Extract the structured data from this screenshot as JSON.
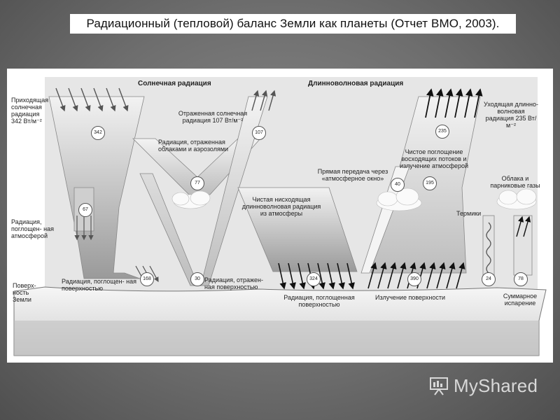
{
  "title": "Радиационный (тепловой) баланс Земли как планеты (Отчет ВМО, 2003).",
  "headers": {
    "solar": "Солнечная радиация",
    "longwave": "Длинноволновая радиация"
  },
  "labels": {
    "incoming": "Приходящая солнечная радиация 342 Вт/м⁻²",
    "reflected": "Отраженная солнечная радиация 107 Вт/м⁻²",
    "reflected_clouds": "Радиация, отраженная облаками и аэрозолями",
    "absorbed_atm": "Радиация, поглощен- ная атмосферой",
    "absorbed_surface": "Радиация, поглощен- ная поверхностью",
    "reflected_surface": "Радиация, отражен- ная поверхностью",
    "surface": "Поверх- ность Земли",
    "back_radiation": "Чистая нисходящая длинноволновая радиация из атмосферы",
    "window": "Прямая передача через «атмосферное окно»",
    "net_absorption": "Чистое поглощение восходящих потоков и излучение атмосферой",
    "outgoing_lw": "Уходящая длинно- волновая радиация 235 Вт/м⁻²",
    "clouds_gases": "Облака и парниковые газы",
    "thermals": "Термики",
    "absorbed_surface_lw": "Радиация, поглощенная поверхностью",
    "surface_emission": "Излучение поверхности",
    "evapotranspiration": "Суммарное испарение"
  },
  "values": {
    "v342": "342",
    "v107": "107",
    "v77": "77",
    "v67": "67",
    "v168": "168",
    "v30": "30",
    "v324": "324",
    "v40": "40",
    "v195": "195",
    "v235": "235",
    "v390": "390",
    "v24": "24",
    "v78": "78"
  },
  "brand": "MyShared"
}
